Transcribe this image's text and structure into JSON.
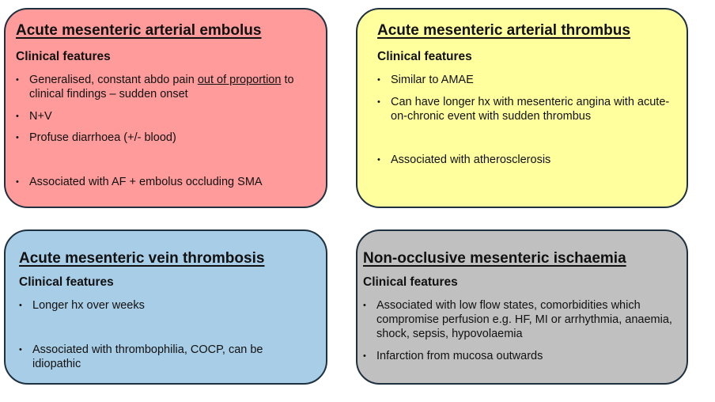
{
  "boxes": [
    {
      "id": "embolus",
      "color": "#ff9b9b",
      "title": "Acute mesenteric arterial embolus",
      "subtitle": "Clinical features",
      "bullets": [
        {
          "pre": "Generalised, constant abdo pain ",
          "underlined": "out of proportion",
          "post": " to clinical findings – sudden onset"
        },
        {
          "text": "N+V"
        },
        {
          "text": "Profuse diarrhoea (+/- blood)"
        },
        {
          "text": "Associated with AF + embolus occluding SMA"
        }
      ]
    },
    {
      "id": "thrombus",
      "color": "#ffff9e",
      "title": "Acute mesenteric arterial thrombus",
      "subtitle": "Clinical features",
      "bullets": [
        {
          "text": "Similar to AMAE"
        },
        {
          "text": "Can have longer hx with mesenteric angina with acute-on-chronic event with sudden thrombus"
        },
        {
          "text": "Associated with atherosclerosis"
        }
      ]
    },
    {
      "id": "vein",
      "color": "#a8cde6",
      "title": "Acute mesenteric vein thrombosis",
      "subtitle": "Clinical features",
      "bullets": [
        {
          "text": "Longer hx over weeks"
        },
        {
          "text": "Associated with thrombophilia, COCP, can be idiopathic"
        }
      ]
    },
    {
      "id": "nonocclusive",
      "color": "#c0c0c0",
      "title": "Non-occlusive mesenteric ischaemia",
      "subtitle": "Clinical features",
      "bullets": [
        {
          "text": "Associated with low flow states, comorbidities which compromise perfusion e.g. HF, MI or arrhythmia, anaemia, shock, sepsis, hypovolaemia"
        },
        {
          "text": "Infarction from mucosa outwards"
        }
      ]
    }
  ]
}
